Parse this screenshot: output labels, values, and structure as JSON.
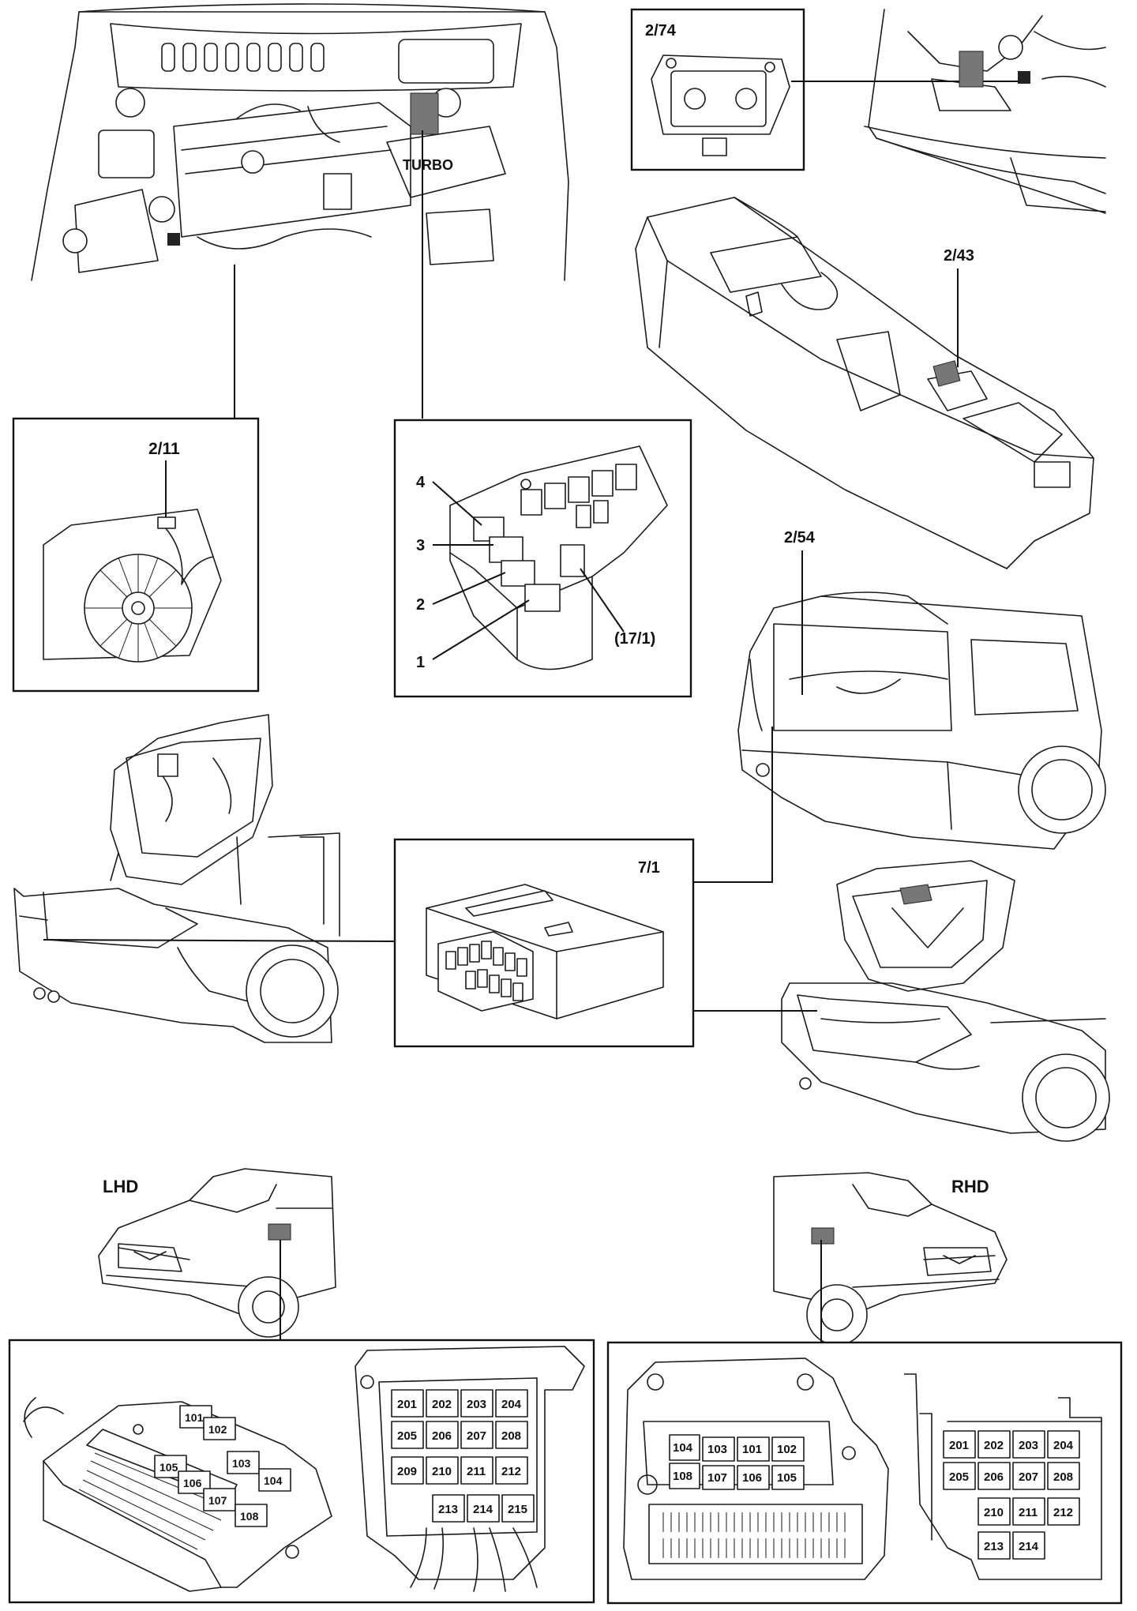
{
  "labels": {
    "c2_74": "2/74",
    "c2_43": "2/43",
    "c2_11": "2/11",
    "c2_54": "2/54",
    "c7_1": "7/1",
    "relay_4": "4",
    "relay_3": "3",
    "relay_2": "2",
    "relay_1": "1",
    "relay_17_1": "(17/1)",
    "lhd": "LHD",
    "rhd": "RHD"
  },
  "lhd_box": {
    "relays": [
      "101",
      "102",
      "103",
      "104",
      "105",
      "106",
      "107",
      "108"
    ],
    "fuses_row1": [
      "201",
      "202",
      "203",
      "204"
    ],
    "fuses_row2": [
      "205",
      "206",
      "207",
      "208"
    ],
    "fuses_row3": [
      "209",
      "210",
      "211",
      "212"
    ],
    "fuses_row4": [
      "213",
      "214",
      "215"
    ]
  },
  "rhd_box": {
    "relays_row1": [
      "104",
      "103",
      "101",
      "102"
    ],
    "relays_row2": [
      "108",
      "107",
      "106",
      "105"
    ],
    "fuses_row1": [
      "201",
      "202",
      "203",
      "204"
    ],
    "fuses_row2": [
      "205",
      "206",
      "207",
      "208"
    ],
    "fuses_row3": [
      "210",
      "211",
      "212"
    ],
    "fuses_row4": [
      "213",
      "214"
    ]
  }
}
